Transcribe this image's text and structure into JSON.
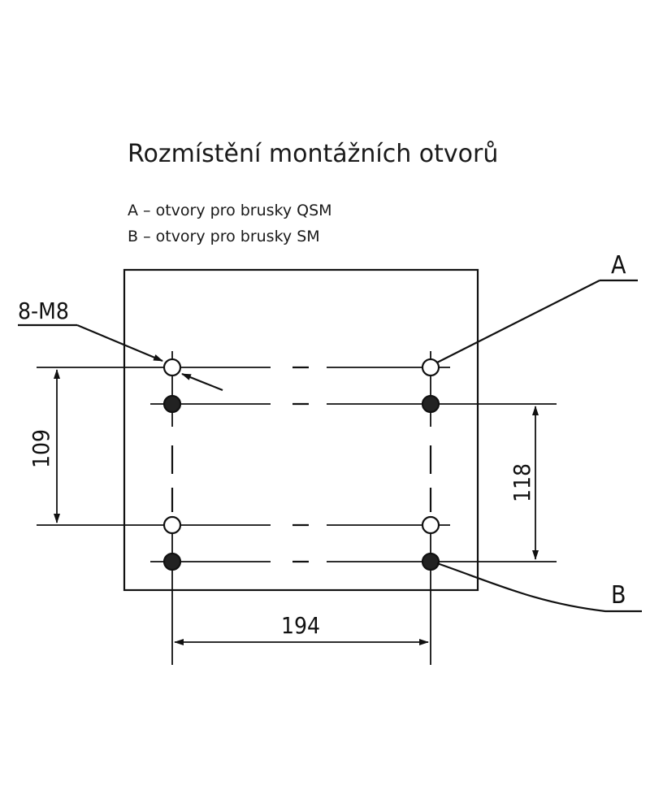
{
  "title": "Rozmístění montážních otvorů",
  "legend": {
    "a": "A – otvory pro brusky QSM",
    "b": "B – otvory pro brusky SM"
  },
  "drawing": {
    "hole_callout": "8-M8",
    "label_a": "A",
    "label_b": "B",
    "dim_vertical_a": "109",
    "dim_vertical_b": "118",
    "dim_horizontal": "194"
  }
}
